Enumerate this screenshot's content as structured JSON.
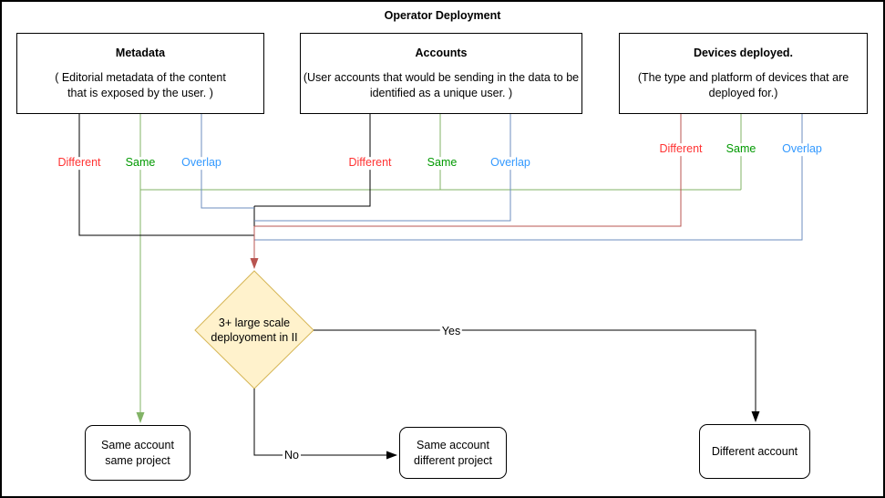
{
  "title": "Operator Deployment",
  "top_boxes": {
    "metadata": {
      "title": "Metadata",
      "description": "( Editorial metadata of the content\nthat is exposed by the user. )"
    },
    "accounts": {
      "title": "Accounts",
      "description": "(User accounts that would be sending in the data to be\nidentified as a unique user. )"
    },
    "devices": {
      "title": "Devices deployed.",
      "description": "(The type and platform of devices that are\ndeployed for.)"
    }
  },
  "branch_labels": {
    "different": "Different",
    "same": "Same",
    "overlap": "Overlap"
  },
  "decision": {
    "label": "3+ large scale\ndeployoment in II"
  },
  "edge_labels": {
    "yes": "Yes",
    "no": "No"
  },
  "outcomes": {
    "same_account_same_project": "Same account\nsame project",
    "same_account_different_project": "Same account\ndifferent project",
    "different_account": "Different account"
  },
  "colors": {
    "different_label": "#FF3333",
    "same_label": "#009900",
    "overlap_label": "#3399FF",
    "black_line": "#000000",
    "green_line": "#82B366",
    "blue_line": "#6C8EBF",
    "dark_red_line": "#B85450",
    "decision_fill": "#FFF2CC",
    "decision_border": "#D6B656"
  }
}
